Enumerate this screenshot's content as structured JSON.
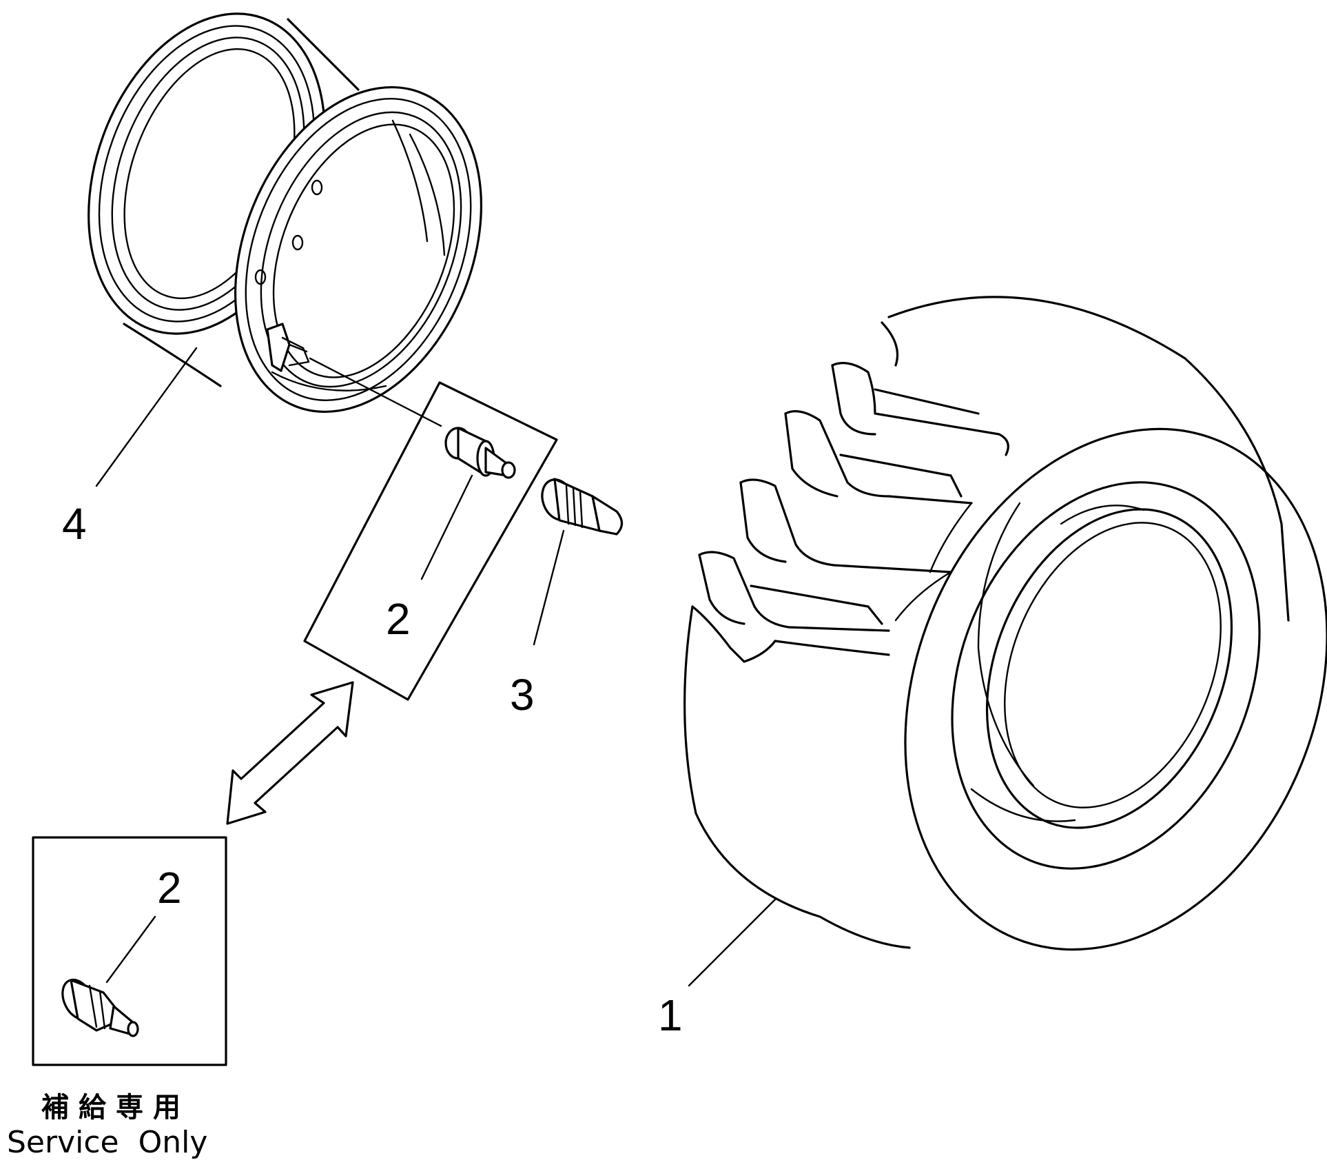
{
  "labels": {
    "tire": "1",
    "valve": "2",
    "valve_service": "2",
    "valve_cap": "3",
    "rim": "4"
  },
  "service_note": {
    "japanese": "補給専用",
    "english": "Service  Only"
  },
  "colors": {
    "line": "#000000",
    "background": "#ffffff"
  }
}
